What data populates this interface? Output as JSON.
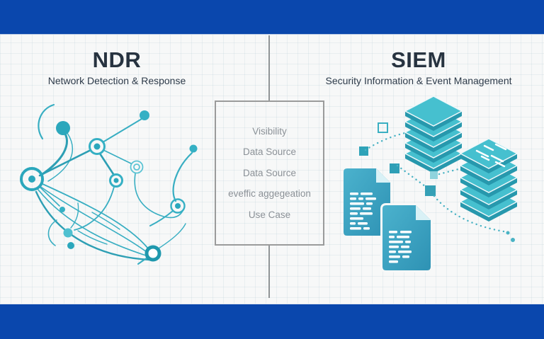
{
  "slide": {
    "type": "comparison-diagram",
    "topic": "NDR vs SIEM"
  },
  "left_panel": {
    "title": "NDR",
    "subtitle": "Network Detection & Response",
    "illustration": "network-graph"
  },
  "right_panel": {
    "title": "SIEM",
    "subtitle": "Security Information & Event Management",
    "illustration": "log-layer-stacks-and-documents"
  },
  "center_box": {
    "items": [
      "Visibility",
      "Data Source",
      "Data Source",
      "eveffic aggegeation",
      "Use Case"
    ]
  },
  "colors": {
    "banner_blue": "#0a47ad",
    "teal": "#35b0c4",
    "teal_dark": "#2798ad",
    "teal_light": "#4cc3d1",
    "title_text": "#273340",
    "subtitle_text": "#2c3a49",
    "box_text": "#8b9197",
    "box_border": "#9a9b9b",
    "background": "#f7f8f8"
  }
}
